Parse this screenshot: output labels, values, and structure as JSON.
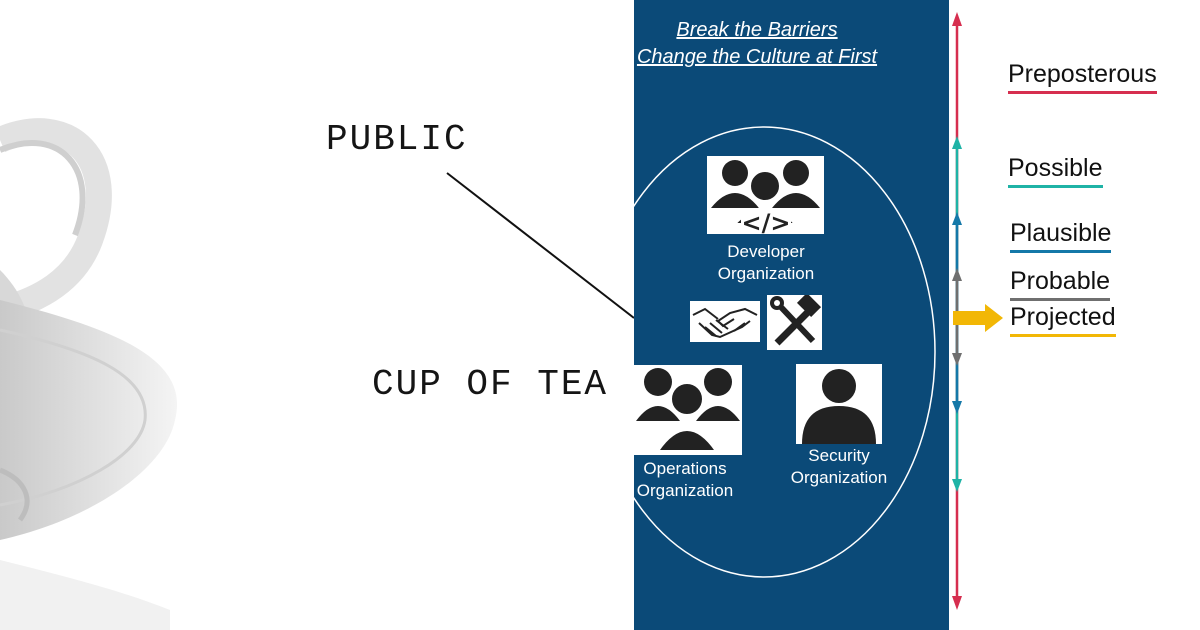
{
  "left_panel": {
    "word_public": "PUBLIC",
    "word_cup_of_tea": "CUP OF TEA"
  },
  "center_panel": {
    "title_line_1": "Break the Barriers",
    "title_line_2": "Change the Culture at First",
    "background_color": "#0b4a78",
    "code_glyph": "</>",
    "developer_org": {
      "line_1": "Developer",
      "line_2": "Organization"
    },
    "operations_org": {
      "line_1": "Operations",
      "line_2": "Organization"
    },
    "security_org": {
      "line_1": "Security",
      "line_2": "Organization"
    },
    "icons": [
      "people-group-icon",
      "handshake-icon",
      "tools-icon",
      "person-icon"
    ]
  },
  "scale": {
    "levels": [
      {
        "label": "Preposterous",
        "color": "#d62e4f"
      },
      {
        "label": "Possible",
        "color": "#1fb3a6"
      },
      {
        "label": "Plausible",
        "color": "#1478a8"
      },
      {
        "label": "Probable",
        "color": "#6f6f6f"
      },
      {
        "label": "Projected",
        "color": "#f2b705"
      }
    ],
    "arrow_color": "#f2b705"
  }
}
